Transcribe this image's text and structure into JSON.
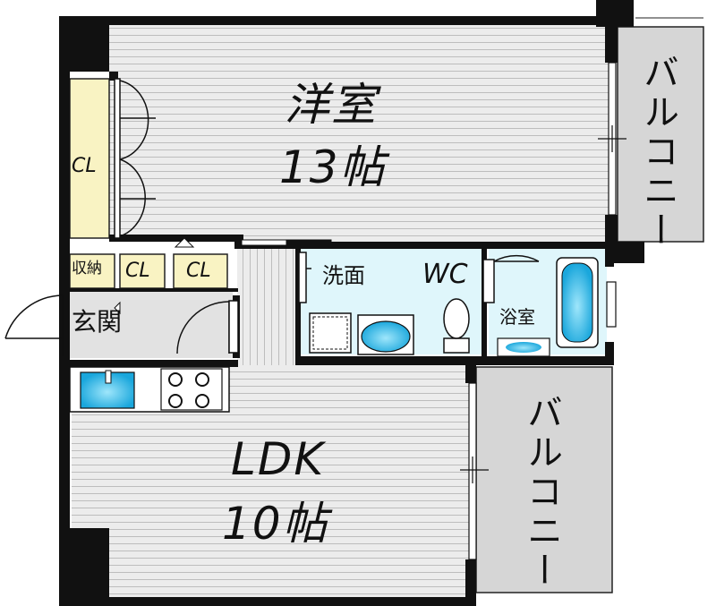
{
  "rooms": {
    "western_room": {
      "name": "洋室",
      "size": "13帖"
    },
    "ldk": {
      "name": "LDK",
      "size": "10帖"
    },
    "balcony_upper": "バルコニー",
    "balcony_lower": "バルコニー",
    "closet_main": "CL",
    "closet_small_1": "CL",
    "closet_small_2": "CL",
    "storage": "収納",
    "entrance": "玄関",
    "washroom": "洗面",
    "toilet": "WC",
    "bathroom": "浴室"
  },
  "colors": {
    "wall": "#111111",
    "floor": "#e9e9e9",
    "floor_lines": "#b8b8b8",
    "balcony": "#d6d6d6",
    "closet": "#f9f3c3",
    "water": "#27b4e6",
    "wet_area": "#dff6fb"
  }
}
